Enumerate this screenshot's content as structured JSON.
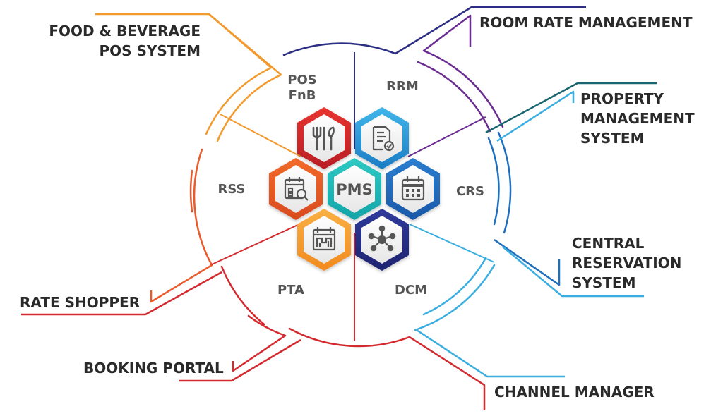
{
  "center": {
    "label": "PMS"
  },
  "segments": {
    "pos": {
      "line1": "POS",
      "line2": "FnB"
    },
    "rrm": "RRM",
    "rss": "RSS",
    "crs": "CRS",
    "pta": "PTA",
    "dcm": "DCM"
  },
  "labels": {
    "food_beverage": {
      "line1": "FOOD & BEVERAGE",
      "line2": "POS SYSTEM"
    },
    "room_rate": "ROOM RATE MANAGEMENT",
    "pms": {
      "line1": "PROPERTY",
      "line2": "MANAGEMENT",
      "line3": "SYSTEM"
    },
    "crs": {
      "line1": "CENTRAL",
      "line2": "RESERVATION",
      "line3": "SYSTEM"
    },
    "rate_shopper": "RATE SHOPPER",
    "booking_portal": "BOOKING PORTAL",
    "channel_manager": "CHANNEL MANAGER"
  },
  "icons": {
    "pos": "fork-knife-spoon-icon",
    "rrm": "document-check-icon",
    "rss": "search-calendar-icon",
    "crs": "calendar-icon",
    "pta": "floor-plan-icon",
    "dcm": "network-icon"
  },
  "colors": {
    "orange": "#f39a2e",
    "red_orange": "#ea5a2a",
    "red": "#d42a2f",
    "purple": "#5b2c8f",
    "navy": "#2b2e83",
    "blue": "#1f6fbf",
    "light_blue": "#3aaee0",
    "teal": "#2a9fa8",
    "text": "#2a2a2a"
  }
}
